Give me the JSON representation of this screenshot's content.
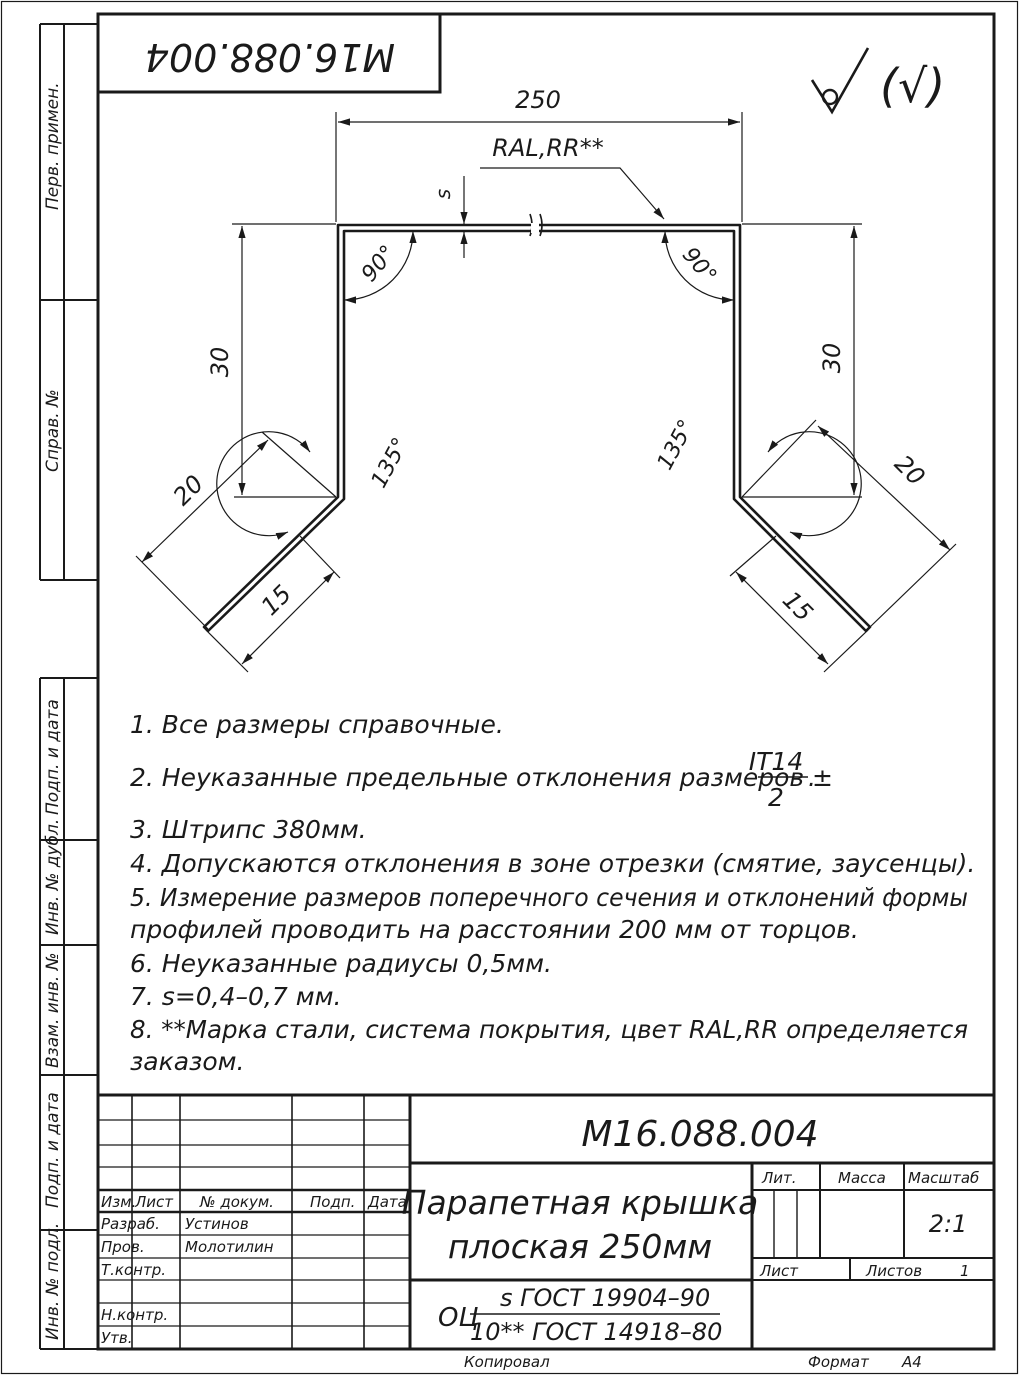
{
  "document": {
    "code": "М16.088.004",
    "code_rotated": "М16.088.004",
    "roughness_mark": "(√)"
  },
  "drawing": {
    "dim_width": "250",
    "coating_label": "RAL,RR**",
    "thickness_label": "s",
    "angle_top_left": "90°",
    "angle_top_right": "90°",
    "dim_height_left": "30",
    "dim_height_right": "30",
    "angle_bottom_left": "135°",
    "angle_bottom_right": "135°",
    "dim_flange_left": "20",
    "dim_flange_right": "20",
    "dim_fold_left": "15",
    "dim_fold_right": "15"
  },
  "notes": {
    "n1": "1.  Все размеры справочные.",
    "n2": "2.  Неуказанные предельные отклонения размеров ±",
    "n2_frac_num": "IT14",
    "n2_frac_den": "2",
    "n2_end": ".",
    "n3": "3.  Штрипс 380мм.",
    "n4": "4.  Допускаются отклонения в зоне отрезки (смятие, заусенцы).",
    "n5_line1": "5.  Измерение  размеров  поперечного  сечения  и  отклонений  формы",
    "n5_line2": "профилей проводить на расстоянии 200 мм от торцов.",
    "n6": "6.  Неуказанные радиусы 0,5мм.",
    "n7": "7.  s=0,4–0,7 мм.",
    "n8_line1": "8.   **Марка  стали,  система  покрытия,  цвет  RAL,RR  определяется",
    "n8_line2": "заказом."
  },
  "side_labels": {
    "perv_primen": "Перв. примен.",
    "sprav_no": "Справ. №",
    "podp_data_1": "Подп. и дата",
    "inv_dubl": "Инв. № дубл.",
    "vzam_inv": "Взам. инв. №",
    "podp_data_2": "Подп. и дата",
    "inv_podl": "Инв. № подл."
  },
  "title_block": {
    "code": "М16.088.004",
    "title_line1": "Парапетная крышка",
    "title_line2": "плоская 250мм",
    "col_izm": "Изм.",
    "col_list": "Лист",
    "col_doc": "№ докум.",
    "col_podp": "Подп.",
    "col_data": "Дата",
    "role_razrab": "Разраб.",
    "name_razrab": "Устинов",
    "role_prov": "Пров.",
    "name_prov": "Молотилин",
    "role_tkontr": "Т.контр.",
    "role_nkontr": "Н.контр.",
    "role_utv": "Утв.",
    "lit": "Лит.",
    "massa": "Масса",
    "masshtab": "Масштаб",
    "scale": "2:1",
    "sheet": "Лист",
    "sheets": "Листов",
    "sheets_count": "1",
    "material_prefix": "ОЦ",
    "material_top": "s ГОСТ 19904–90",
    "material_bottom": "10** ГОСТ 14918–80",
    "copied": "Копировал",
    "format_label": "Формат",
    "format_value": "А4"
  }
}
